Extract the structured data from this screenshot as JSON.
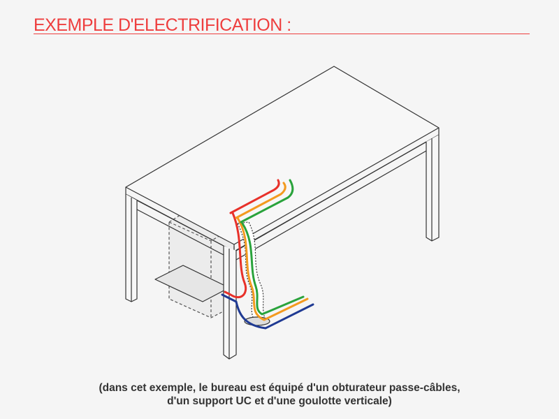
{
  "title": "EXEMPLE D'ELECTRIFICATION :",
  "caption": {
    "line1": "(dans cet exemple, le bureau est équipé d'un obturateur passe-câbles,",
    "line2": "d'un support UC et d'une goulotte verticale)"
  },
  "colors": {
    "accent": "#ee3e3e",
    "cable_red": "#e8312a",
    "cable_orange": "#f39a1f",
    "cable_green": "#2aa33c",
    "cable_blue": "#1f3a93"
  }
}
